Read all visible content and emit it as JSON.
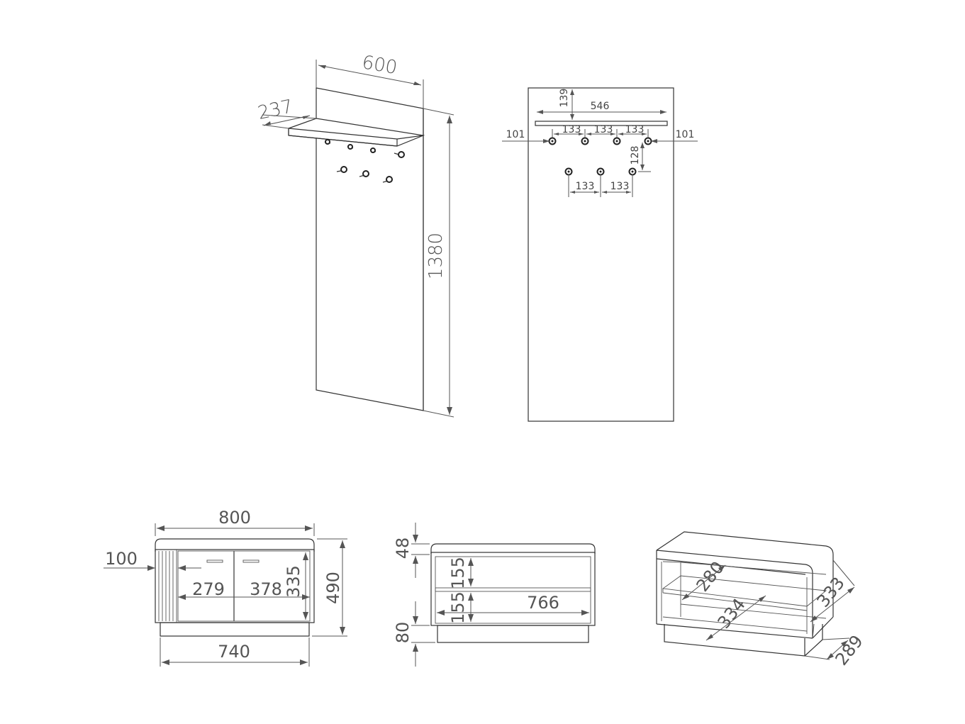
{
  "panel_perspective": {
    "width": "600",
    "shelf_depth": "237",
    "height": "1380"
  },
  "panel_front": {
    "top_offset": "139",
    "shelf_width": "546",
    "hook_spacing_1": "133",
    "hook_spacing_2": "133",
    "hook_spacing_3": "133",
    "margin_left": "101",
    "margin_right": "101",
    "row_gap": "128",
    "lower_spacing_1": "133",
    "lower_spacing_2": "133"
  },
  "bench_front": {
    "total_width": "800",
    "slat_width": "100",
    "door_left": "279",
    "door_right": "378",
    "door_height": "335",
    "total_height": "490",
    "base_width": "740"
  },
  "bench_section": {
    "cushion": "48",
    "shelf_upper": "155",
    "shelf_lower": "155",
    "inner_width": "766",
    "plinth": "80"
  },
  "bench_perspective": {
    "shelf_depth": "280",
    "inner_depth": "334",
    "total_depth": "333",
    "base_depth": "289"
  }
}
